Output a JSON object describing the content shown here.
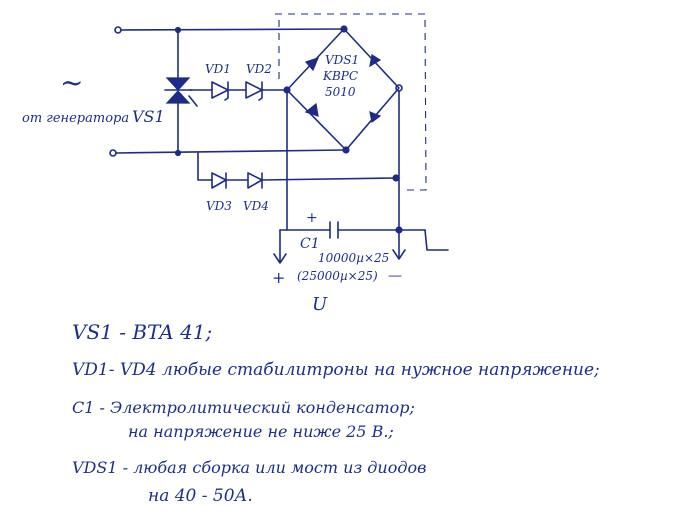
{
  "diagram": {
    "source_label": "от генератора",
    "ac_symbol": "~",
    "vs1_label": "VS1",
    "vd1_label": "VD1",
    "vd2_label": "VD2",
    "vd3_label": "VD3",
    "vd4_label": "VD4",
    "bridge_label_1": "VDS1",
    "bridge_label_2": "KBPC",
    "bridge_label_3": "5010",
    "cap_plus": "+",
    "cap_label": "C1",
    "cap_value_1": "10000µ×25",
    "cap_value_2": "(25000µ×25)",
    "out_plus": "+",
    "out_minus": "—",
    "out_label": "U"
  },
  "notes": [
    {
      "text": "VS1  -  BTA 41;"
    },
    {
      "text": "VD1- VD4  любые стабилитроны на нужное напряжение;"
    },
    {
      "text": "C1  - Электролитический конденсатор;"
    },
    {
      "text": "на напряжение  не ниже  25 В.;"
    },
    {
      "text": "VDS1 -  любая сборка или мост из диодов"
    },
    {
      "text": "на  40 - 50А."
    }
  ]
}
